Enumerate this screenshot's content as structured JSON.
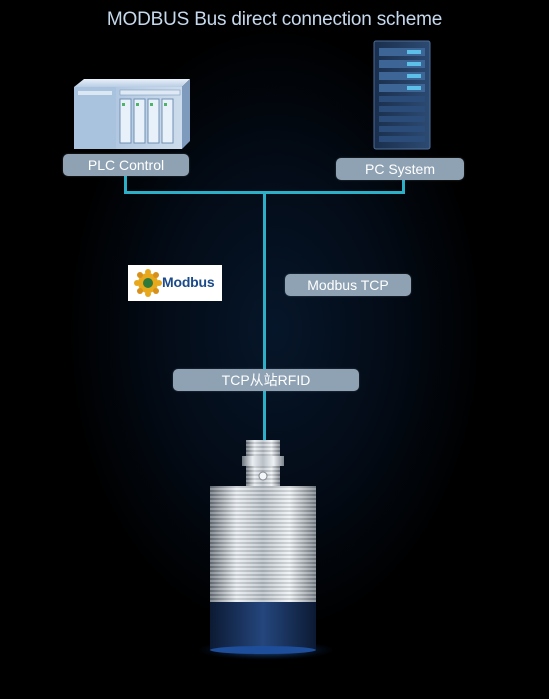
{
  "title": "MODBUS Bus direct connection scheme",
  "nodes": {
    "plc": {
      "label": "PLC Control",
      "icon": "plc-rack-icon"
    },
    "pc": {
      "label": "PC System",
      "icon": "server-rack-icon"
    },
    "sensor": {
      "icon": "rfid-sensor-icon"
    }
  },
  "labels": {
    "protocol": "Modbus TCP",
    "slave": "TCP从站RFID",
    "logo_text": "Modbus"
  },
  "colors": {
    "wire": "#2bb0c7",
    "pill": "#8fa2b4",
    "background": "#000000"
  }
}
